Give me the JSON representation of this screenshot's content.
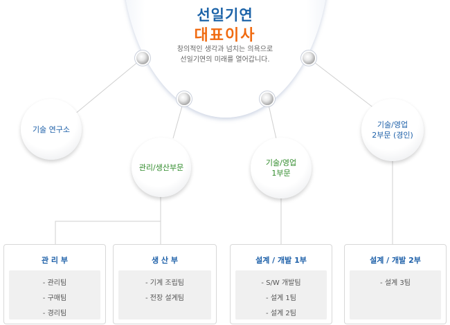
{
  "hub": {
    "title": "선일기연",
    "subtitle": "대표이사",
    "description": [
      "창의적인 생각과 넘치는 의욕으로",
      "선일기연의 미래를 열어갑니다."
    ]
  },
  "divisions": [
    {
      "id": "research",
      "lines": [
        "기술 연구소"
      ],
      "color": "#1c5fa8"
    },
    {
      "id": "admin-production",
      "lines": [
        "관리/생산부문"
      ],
      "color": "#2f8a2a"
    },
    {
      "id": "tech-sales-1",
      "lines": [
        "기술/영업",
        "1부문"
      ],
      "color": "#2f8a2a"
    },
    {
      "id": "tech-sales-2",
      "lines": [
        "기술/영업",
        "2부문 (경인)"
      ],
      "color": "#1c5fa8"
    }
  ],
  "departments": [
    {
      "title": "관 리 부",
      "teams": [
        "- 관리팀",
        "- 구매팀",
        "- 경리팀"
      ]
    },
    {
      "title": "생 산 부",
      "teams": [
        "- 기계 조립팀",
        "- 전장 설계팀"
      ]
    },
    {
      "title": "설계 / 개발 1부",
      "teams": [
        "- S/W 개발팀",
        "- 설계 1팀",
        "- 설계 2팀"
      ]
    },
    {
      "title": "설계 / 개발 2부",
      "teams": [
        "- 설계 3팀"
      ]
    }
  ]
}
